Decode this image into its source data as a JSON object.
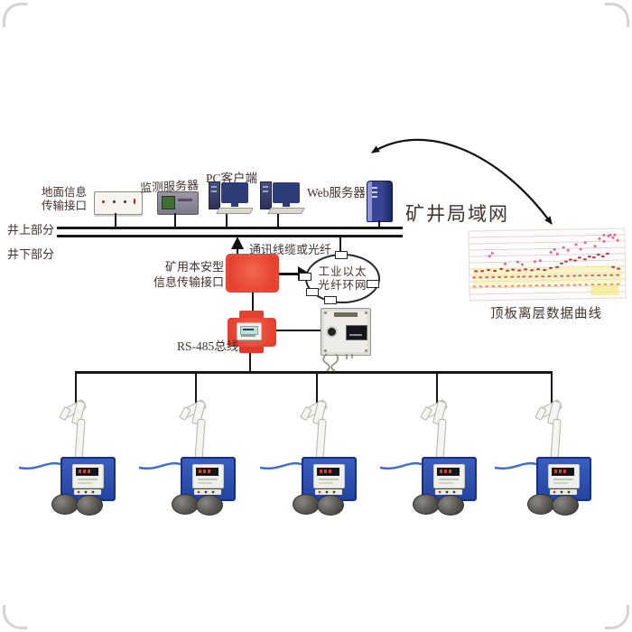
{
  "surface": {
    "ground_interface": {
      "label_line1": "地面信息",
      "label_line2": "传输接口"
    },
    "monitor_server_label": "监测服务器",
    "pc_client_label": "PC客户端",
    "web_server_label": "Web服务器",
    "lan_label": "矿井局域网",
    "above_ground_label": "井上部分",
    "below_ground_label": "井下部分"
  },
  "underground": {
    "comm_line_label": "通讯线缆或光纤",
    "safe_interface_label_line1": "矿用本安型",
    "safe_interface_label_line2": "信息传输接口",
    "ring_network_line1": "工业以太",
    "ring_network_line2": "光纤环网",
    "bus_label": "RS-485总线",
    "sensor_count": 5
  },
  "chart": {
    "caption": "顶板离层数据曲线"
  },
  "chart_data": {
    "type": "scatter",
    "title": "顶板离层数据曲线",
    "xlabel": "",
    "ylabel": "",
    "note": "photographic thumbnail of roof-separation monitoring curves; coordinates in percent of plot box",
    "series": [
      {
        "name": "separation-curve",
        "color": "#c03048",
        "w": 4,
        "h": 2,
        "r": 1,
        "points": [
          [
            3,
            57
          ],
          [
            7,
            56
          ],
          [
            11,
            55
          ],
          [
            15,
            57
          ],
          [
            19,
            54
          ],
          [
            23,
            56
          ],
          [
            27,
            55
          ],
          [
            31,
            56
          ],
          [
            35,
            55
          ],
          [
            39,
            56
          ],
          [
            43,
            55
          ],
          [
            47,
            56
          ],
          [
            51,
            54
          ],
          [
            55,
            52
          ],
          [
            58,
            48
          ],
          [
            61,
            45
          ],
          [
            64,
            42
          ],
          [
            67,
            44
          ],
          [
            70,
            40
          ],
          [
            73,
            42
          ],
          [
            76,
            38
          ],
          [
            79,
            40
          ],
          [
            82,
            36
          ],
          [
            85,
            38
          ],
          [
            88,
            34
          ],
          [
            91,
            54
          ],
          [
            95,
            56
          ]
        ]
      },
      {
        "name": "scatter-high",
        "color": "#e0669a",
        "w": 3,
        "h": 3,
        "r": 2,
        "points": [
          [
            12,
            34
          ],
          [
            14,
            30
          ],
          [
            22,
            46
          ],
          [
            30,
            44
          ],
          [
            33,
            47
          ],
          [
            41,
            44
          ],
          [
            45,
            42
          ],
          [
            52,
            30
          ],
          [
            54,
            26
          ],
          [
            56,
            33
          ],
          [
            60,
            24
          ],
          [
            63,
            28
          ],
          [
            68,
            20
          ],
          [
            71,
            26
          ],
          [
            74,
            17
          ],
          [
            80,
            22
          ],
          [
            83,
            12
          ],
          [
            86,
            16
          ],
          [
            89,
            8
          ],
          [
            92,
            10
          ],
          [
            95,
            14
          ],
          [
            86,
            6
          ],
          [
            90,
            6
          ],
          [
            93,
            7
          ]
        ]
      },
      {
        "name": "tick-row-1",
        "color": "#d4606a",
        "w": 4,
        "h": 2,
        "r": 1,
        "points": [
          [
            2,
            66
          ],
          [
            6,
            66
          ],
          [
            10,
            66
          ],
          [
            14,
            66
          ],
          [
            18,
            66
          ],
          [
            22,
            66
          ],
          [
            26,
            66
          ],
          [
            30,
            66
          ],
          [
            34,
            66
          ],
          [
            38,
            66
          ],
          [
            42,
            66
          ],
          [
            46,
            66
          ],
          [
            50,
            66
          ],
          [
            54,
            66
          ],
          [
            58,
            66
          ],
          [
            62,
            66
          ],
          [
            66,
            66
          ],
          [
            70,
            66
          ],
          [
            74,
            66
          ],
          [
            78,
            66
          ],
          [
            82,
            66
          ],
          [
            86,
            66
          ],
          [
            90,
            66
          ],
          [
            94,
            66
          ]
        ]
      },
      {
        "name": "tick-row-2",
        "color": "#e09a55",
        "w": 4,
        "h": 2,
        "r": 1,
        "points": [
          [
            2,
            79
          ],
          [
            6,
            79
          ],
          [
            10,
            79
          ],
          [
            14,
            79
          ],
          [
            18,
            79
          ],
          [
            22,
            79
          ],
          [
            26,
            79
          ],
          [
            30,
            79
          ],
          [
            34,
            79
          ],
          [
            38,
            79
          ],
          [
            42,
            79
          ],
          [
            46,
            79
          ],
          [
            50,
            79
          ],
          [
            54,
            79
          ],
          [
            58,
            79
          ],
          [
            62,
            79
          ],
          [
            66,
            79
          ],
          [
            70,
            79
          ],
          [
            74,
            79
          ],
          [
            78,
            79
          ],
          [
            82,
            79
          ],
          [
            86,
            79
          ],
          [
            90,
            79
          ],
          [
            94,
            79
          ]
        ]
      }
    ]
  },
  "colors": {
    "accent_red": "#e6402f",
    "sensor_blue": "#2b4fb0",
    "line_black": "#161616"
  }
}
